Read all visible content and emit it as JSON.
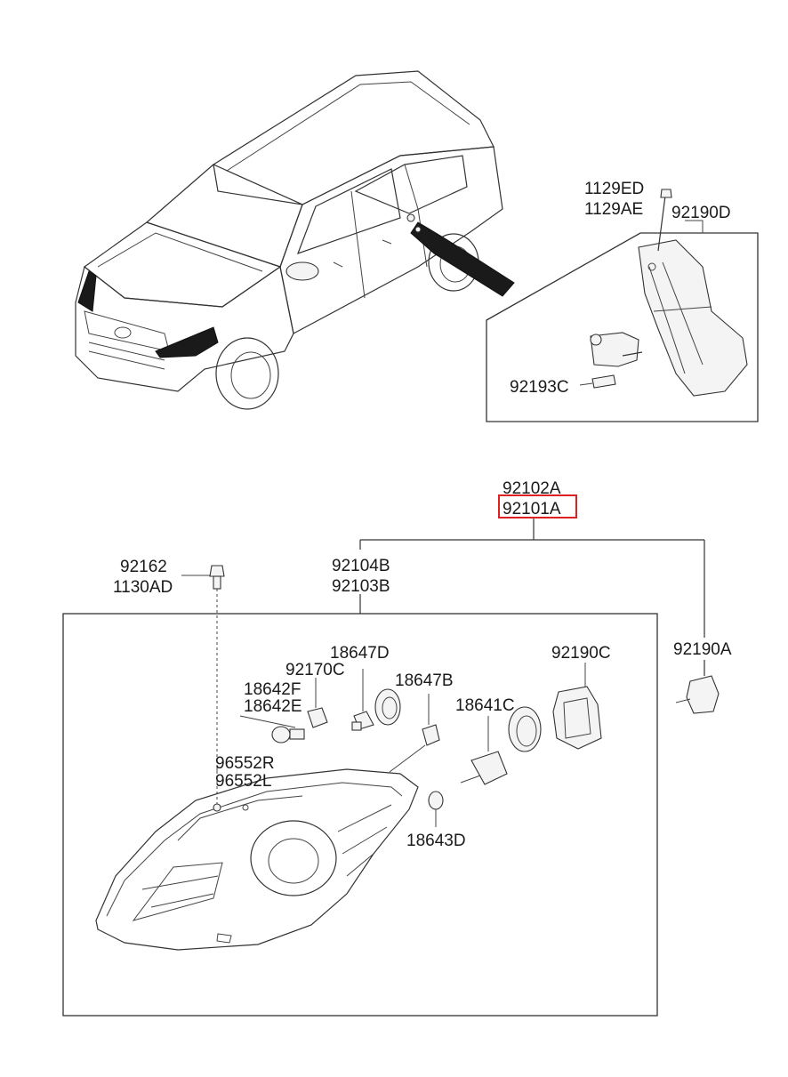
{
  "labels": {
    "l1129ED": "1129ED",
    "l1129AE": "1129AE",
    "l92190D": "92190D",
    "l92193C": "92193C",
    "l92102A": "92102A",
    "l92101A": "92101A",
    "l92162": "92162",
    "l1130AD": "1130AD",
    "l92104B": "92104B",
    "l92103B": "92103B",
    "l92190A": "92190A",
    "l18647D": "18647D",
    "l92170C": "92170C",
    "l18642F": "18642F",
    "l18642E": "18642E",
    "l18647B": "18647B",
    "l18641C": "18641C",
    "l92190C": "92190C",
    "l96552R": "96552R",
    "l96552L": "96552L",
    "l18643D": "18643D"
  },
  "highlight": {
    "color": "#e02020"
  }
}
